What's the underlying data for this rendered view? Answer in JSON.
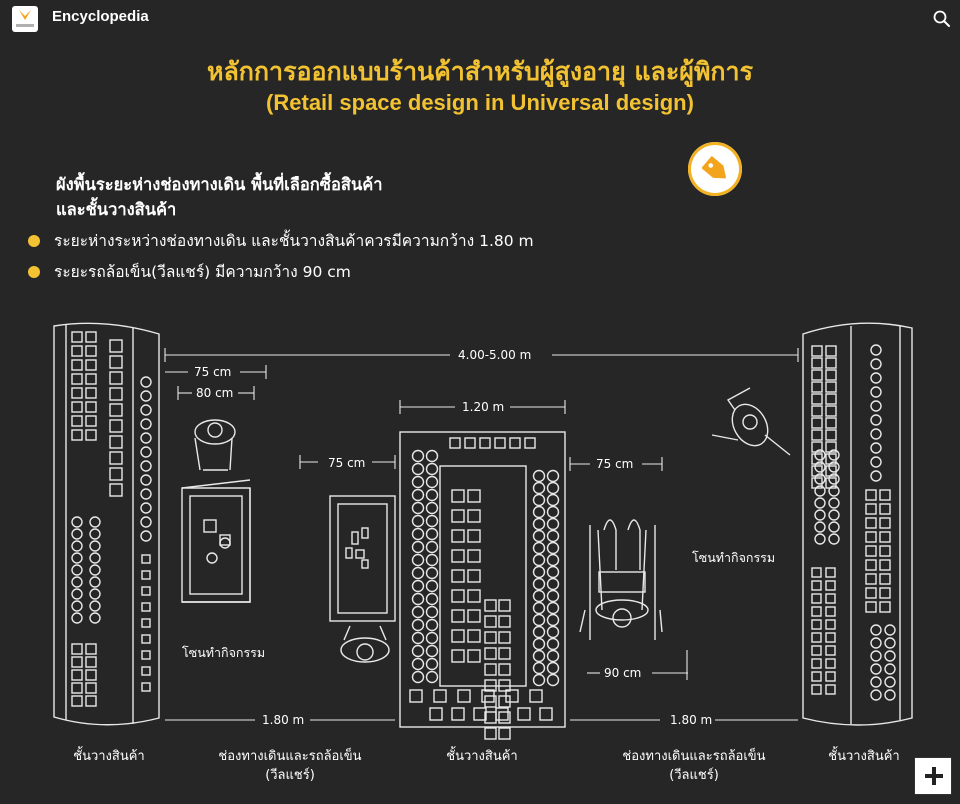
{
  "app": {
    "title": "Encyclopedia"
  },
  "header": {
    "title_th": "หลักการออกแบบร้านค้าสำหรับผู้สูงอายุ และผู้พิการ",
    "title_en": "(Retail space design in Universal design)"
  },
  "content": {
    "subheading_line1": "ผังพื้นระยะห่างช่องทางเดิน พื้นที่เลือกซื้อสินค้า",
    "subheading_line2": "และชั้นวางสินค้า",
    "bullets": [
      "ระยะห่างระหว่างช่องทางเดิน และชั้นวางสินค้าควรมีความกว้าง 1.80 m",
      "ระยะรถล้อเข็น(วีลแชร์) มีความกว้าง 90 cm"
    ]
  },
  "plan": {
    "dims": {
      "d_75_left": "75 cm",
      "d_80": "80 cm",
      "d_total": "4.00-5.00 m",
      "d_120": "1.20 m",
      "d_75_mid": "75 cm",
      "d_75_right": "75 cm",
      "d_90": "90 cm",
      "d_180_left": "1.80 m",
      "d_180_right": "1.80 m"
    },
    "zone_left": "โซนทำกิจกรรม",
    "zone_right": "โซนทำกิจกรรม",
    "labels": [
      "ชั้นวางสินค้า",
      "ช่องทางเดินและรถล้อเข็น",
      "(วีลแชร์)",
      "ชั้นวางสินค้า",
      "ช่องทางเดินและรถล้อเข็น",
      "(วีลแชร์)",
      "ชั้นวางสินค้า"
    ]
  },
  "icons": {
    "search": "search-icon",
    "tag": "price-tag-icon",
    "expand": "plus-icon"
  },
  "colors": {
    "background": "#262626",
    "accent": "#f2c232",
    "badge_ring": "#f2b120",
    "tag": "#f2a41c"
  }
}
